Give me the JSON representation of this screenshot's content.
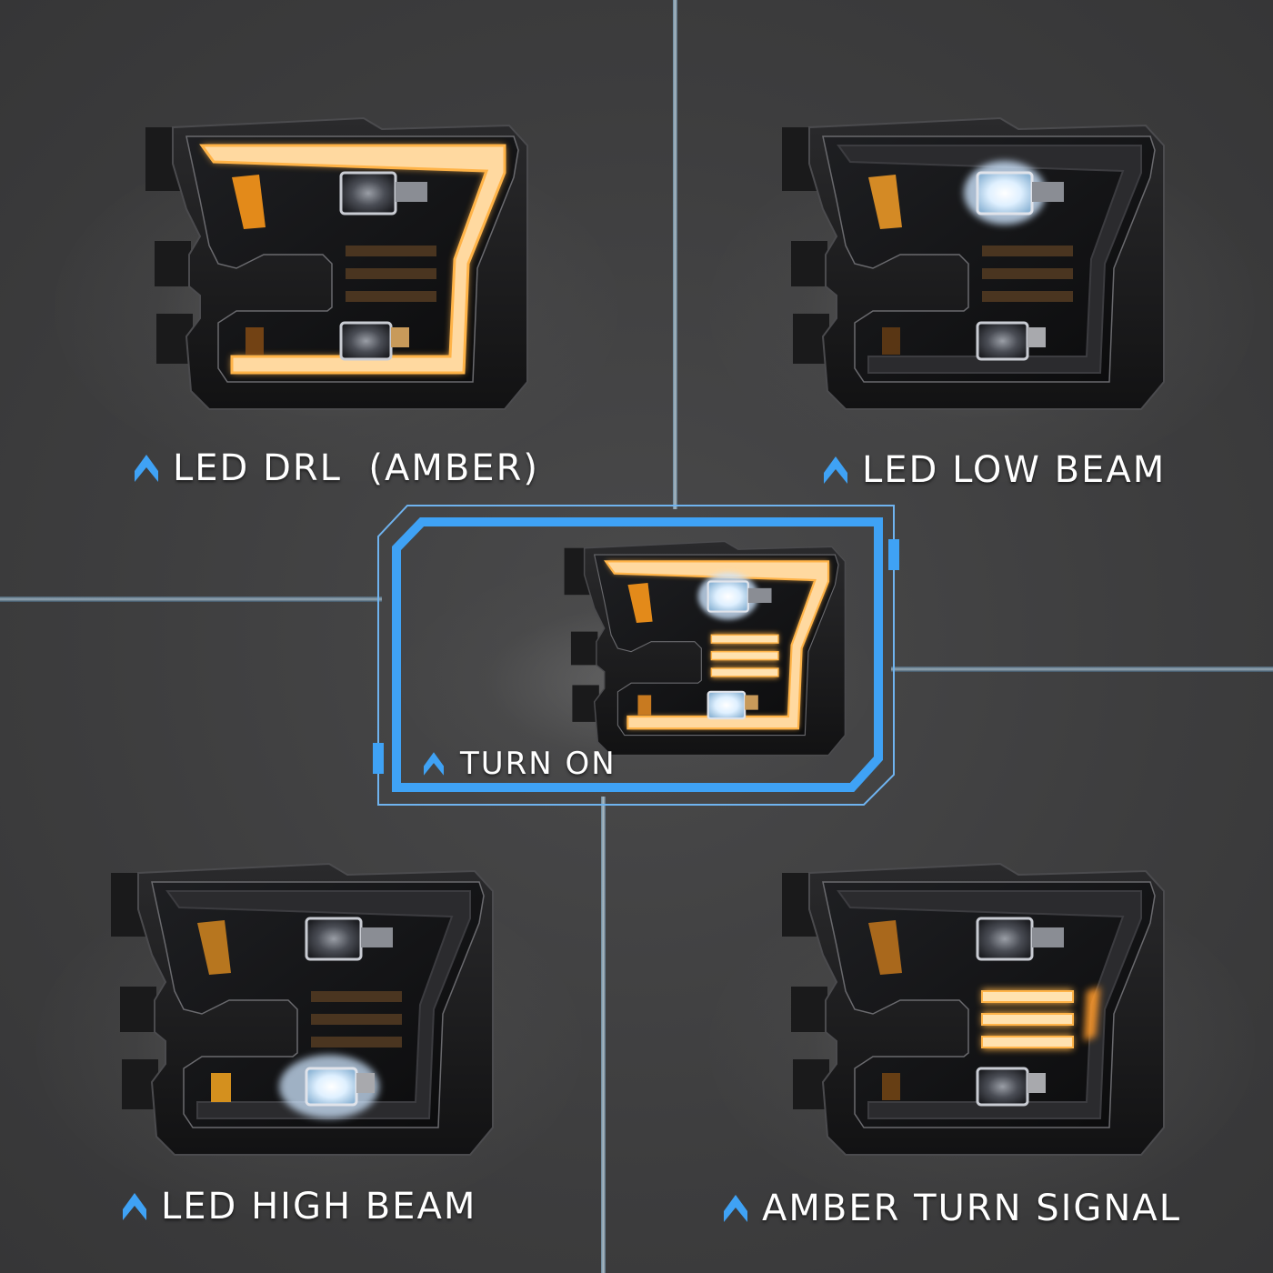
{
  "colors": {
    "background": "#3f3f40",
    "accent_blue": "#3fa2f5",
    "frame_outer": "#6fb3ef",
    "amber_led": "#ffb347",
    "white_led": "#eef6ff",
    "label_text": "#ffffff"
  },
  "panels": [
    {
      "id": "drl",
      "label": "LED DRL  (AMBER)",
      "icon": "chevron-up-icon",
      "state": {
        "drl": true,
        "low": false,
        "high": false,
        "turn": false
      }
    },
    {
      "id": "low-beam",
      "label": "LED LOW BEAM",
      "icon": "chevron-up-icon",
      "state": {
        "drl": false,
        "low": true,
        "high": false,
        "turn": false
      }
    },
    {
      "id": "turn-on",
      "label": "TURN ON",
      "icon": "chevron-up-icon",
      "state": {
        "drl": true,
        "low": true,
        "high": true,
        "turn": true
      }
    },
    {
      "id": "high-beam",
      "label": "LED HIGH BEAM",
      "icon": "chevron-up-icon",
      "state": {
        "drl": false,
        "low": false,
        "high": true,
        "turn": false
      }
    },
    {
      "id": "turn-signal",
      "label": "AMBER TURN SIGNAL",
      "icon": "chevron-up-icon",
      "state": {
        "drl": false,
        "low": false,
        "high": false,
        "turn": true
      }
    }
  ]
}
